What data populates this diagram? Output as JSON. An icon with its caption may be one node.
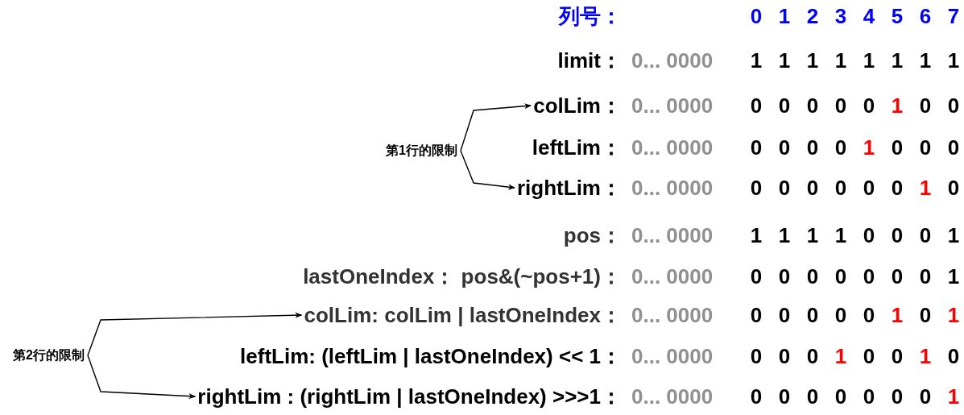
{
  "diagram": {
    "nodes": [
      {
        "text": [
          "colLim："
        ]
      },
      {
        "text": [
          "第1行的限制"
        ]
      },
      {
        "text": [
          "rightLim："
        ]
      },
      {
        "text": [
          "colLim: colLim | lastOneIndex："
        ]
      },
      {
        "text": [
          "第2行的限制"
        ]
      },
      {
        "text": [
          "rightLim : (rightLim | lastOneIndex) >>>1："
        ]
      }
    ],
    "edges": [
      {
        "from": 1,
        "to": 0,
        "arrow": "to"
      },
      {
        "from": 1,
        "to": 2,
        "arrow": "to"
      },
      {
        "from": 4,
        "to": 3,
        "arrow": "to"
      },
      {
        "from": 4,
        "to": 5,
        "arrow": "to"
      }
    ],
    "labels": [
      "列号：",
      "0",
      "1",
      "2",
      "3",
      "4",
      "5",
      "6",
      "7",
      "limit：",
      "0... 0000",
      "1",
      "1",
      "1",
      "1",
      "1",
      "1",
      "1",
      "1",
      "0... 0000",
      "0",
      "0",
      "0",
      "0",
      "0",
      "1",
      "0",
      "0",
      "leftLim：",
      "0... 0000",
      "0",
      "0",
      "0",
      "0",
      "1",
      "0",
      "0",
      "0",
      "0... 0000",
      "0",
      "0",
      "0",
      "0",
      "0",
      "0",
      "1",
      "0",
      "pos：",
      "0... 0000",
      "1",
      "1",
      "1",
      "1",
      "0",
      "0",
      "0",
      "1",
      "lastOneIndex：  pos&(~pos+1)：",
      "0... 0000",
      "0",
      "0",
      "0",
      "0",
      "0",
      "0",
      "0",
      "1",
      "0... 0000",
      "0",
      "0",
      "0",
      "0",
      "0",
      "1",
      "0",
      "1",
      "leftLim: (leftLim | lastOneIndex) << 1：",
      "0... 0000",
      "0",
      "0",
      "0",
      "1",
      "0",
      "0",
      "1",
      "0",
      "0... 0000",
      "0",
      "0",
      "0",
      "0",
      "0",
      "0",
      "0",
      "1"
    ]
  }
}
